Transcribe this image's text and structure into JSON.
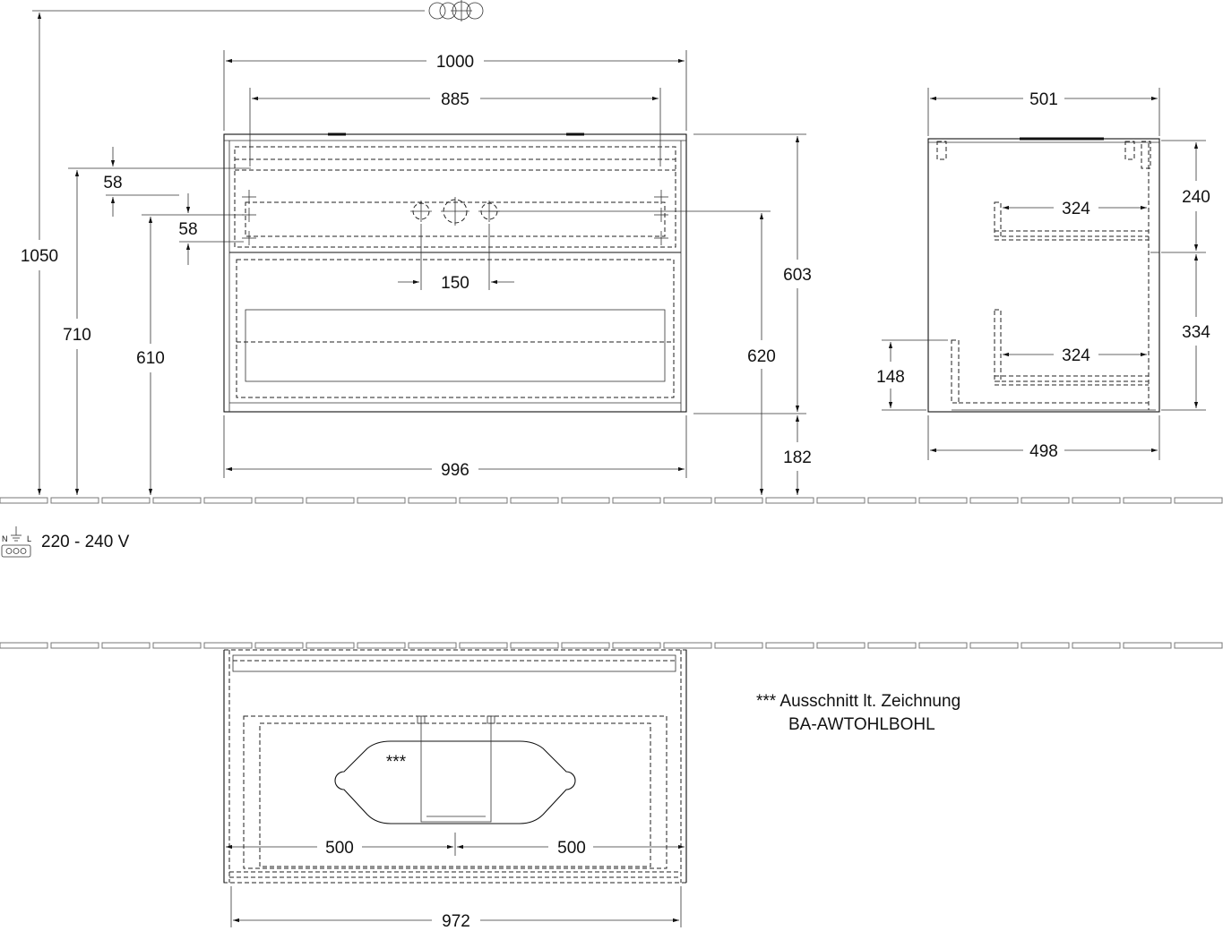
{
  "front_view": {
    "width_total": "1000",
    "width_inner": "885",
    "width_bottom": "996",
    "height_total": "1050",
    "height_710": "710",
    "height_610": "610",
    "offset_58_a": "58",
    "offset_58_b": "58",
    "tap_spacing": "150",
    "height_603": "603",
    "height_620": "620",
    "height_182": "182"
  },
  "side_view": {
    "depth_top": "501",
    "depth_bottom": "498",
    "drawer_upper_depth": "324",
    "drawer_lower_depth": "324",
    "height_240": "240",
    "height_334": "334",
    "height_148": "148"
  },
  "power": {
    "label": "220 - 240 V",
    "icon": "power-socket-icon"
  },
  "top_view": {
    "half_left": "500",
    "half_right": "500",
    "width_972": "972",
    "cutout_marker": "***"
  },
  "note": {
    "line1": "*** Ausschnitt lt. Zeichnung",
    "line2": "BA-AWTOHLBOHL"
  }
}
